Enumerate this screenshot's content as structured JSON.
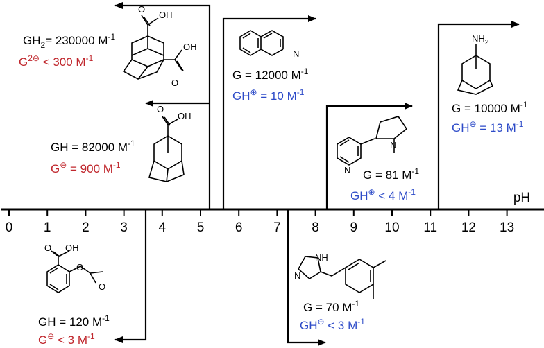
{
  "colors": {
    "ink": "#000000",
    "red": "#c0272d",
    "blue": "#2d4bc8"
  },
  "axis": {
    "label": "pH",
    "ticks": [
      "0",
      "1",
      "2",
      "3",
      "4",
      "5",
      "6",
      "7",
      "8",
      "9",
      "10",
      "11",
      "12",
      "13"
    ]
  },
  "guests": [
    {
      "id": "adamantane-dicarboxylic-acid",
      "neutral": {
        "prefix": "GH",
        "sub": "2",
        "text": "= 230000 M",
        "exp": "-1"
      },
      "charged": {
        "prefix": "G",
        "sup": "2⊖",
        "text": " < 300 M",
        "exp": "-1",
        "color": "red"
      },
      "atoms": [
        "O",
        "OH",
        "OH",
        "O"
      ]
    },
    {
      "id": "adamantane-carboxylic-acid",
      "neutral": {
        "prefix": "GH",
        "text": " = 82000 M",
        "exp": "-1"
      },
      "charged": {
        "prefix": "G",
        "sup": "⊖",
        "text": " = 900 M",
        "exp": "-1",
        "color": "red"
      },
      "atoms": [
        "O",
        "OH"
      ]
    },
    {
      "id": "isoquinoline",
      "neutral": {
        "prefix": "G",
        "text": " = 12000 M",
        "exp": "-1"
      },
      "charged": {
        "prefix": "GH",
        "sup": "⊕",
        "text": " = 10 M",
        "exp": "-1",
        "color": "blue"
      },
      "atoms": [
        "N"
      ]
    },
    {
      "id": "nicotine",
      "neutral": {
        "prefix": "G",
        "text": " = 81 M",
        "exp": "-1"
      },
      "charged": {
        "prefix": "GH",
        "sup": "⊕",
        "text": " < 4 M",
        "exp": "-1",
        "color": "blue"
      },
      "atoms": [
        "N",
        "N"
      ]
    },
    {
      "id": "amantadine",
      "neutral": {
        "prefix": "G",
        "text": " = 10000 M",
        "exp": "-1"
      },
      "charged": {
        "prefix": "GH",
        "sup": "⊕",
        "text": " = 13 M",
        "exp": "-1",
        "color": "blue"
      },
      "atoms": [
        "NH",
        "2"
      ]
    },
    {
      "id": "aspirin",
      "neutral": {
        "prefix": "GH",
        "text": " = 120 M",
        "exp": "-1"
      },
      "charged": {
        "prefix": "G",
        "sup": "⊖",
        "text": " < 3 M",
        "exp": "-1",
        "color": "red"
      },
      "atoms": [
        "O",
        "OH",
        "O",
        "O"
      ]
    },
    {
      "id": "medetomidine",
      "neutral": {
        "prefix": "G",
        "text": " = 70 M",
        "exp": "-1"
      },
      "charged": {
        "prefix": "GH",
        "sup": "⊕",
        "text": " < 3 M",
        "exp": "-1",
        "color": "blue"
      },
      "atoms": [
        "NH",
        "N"
      ]
    }
  ]
}
